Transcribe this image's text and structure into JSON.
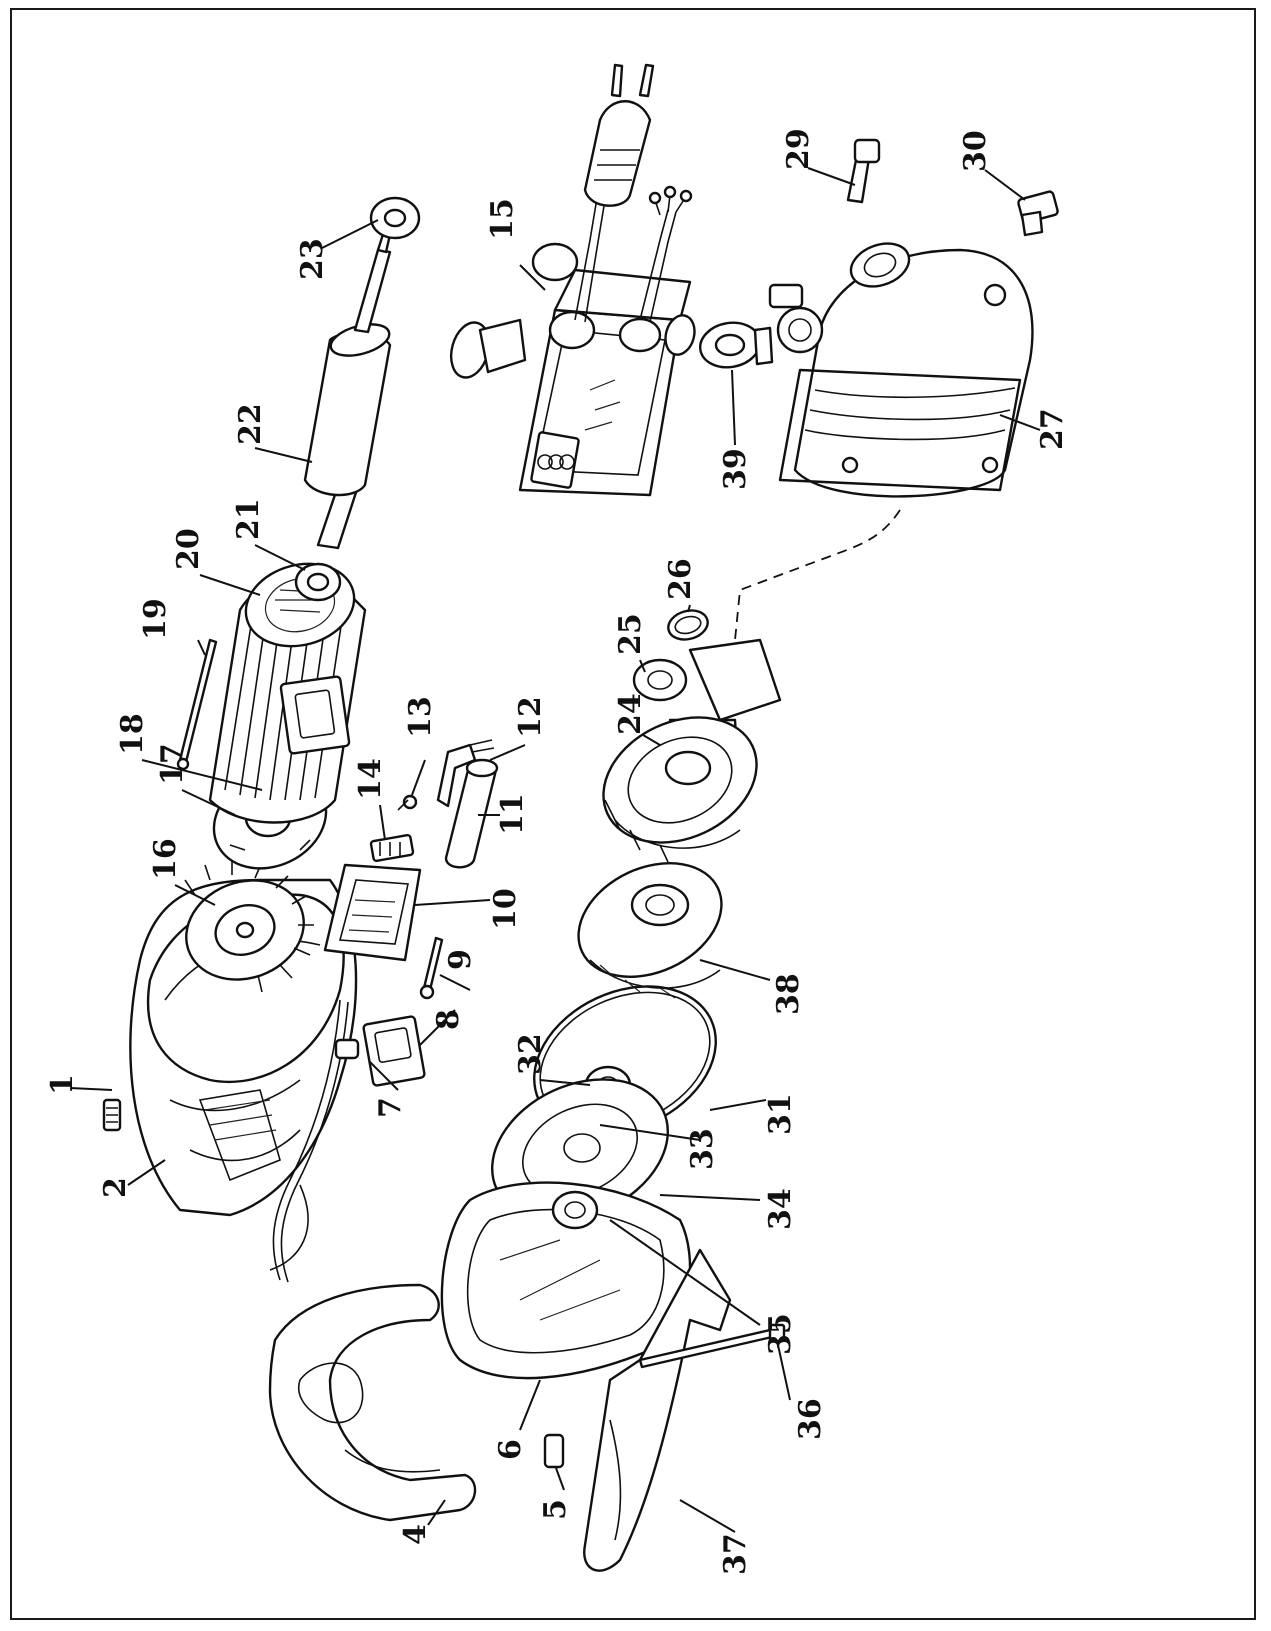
{
  "figure": {
    "type": "exploded-parts-diagram",
    "orientation": "rotated-90-ccw",
    "part_numbers": [
      "1",
      "2",
      "4",
      "5",
      "6",
      "7",
      "8",
      "9",
      "10",
      "11",
      "12",
      "13",
      "14",
      "15",
      "16",
      "17",
      "18",
      "19",
      "20",
      "21",
      "22",
      "23",
      "24",
      "25",
      "26",
      "27",
      "29",
      "30",
      "31",
      "32",
      "33",
      "34",
      "35",
      "36",
      "37",
      "38",
      "39"
    ]
  },
  "labels": {
    "p1": "1",
    "p2": "2",
    "p4": "4",
    "p5": "5",
    "p6": "6",
    "p7": "7",
    "p8": "8",
    "p9": "9",
    "p10": "10",
    "p11": "11",
    "p12": "12",
    "p13": "13",
    "p14": "14",
    "p15": "15",
    "p16": "16",
    "p17": "17",
    "p18": "18",
    "p19": "19",
    "p20": "20",
    "p21": "21",
    "p22": "22",
    "p23": "23",
    "p24": "24",
    "p25": "25",
    "p26": "26",
    "p27": "27",
    "p29": "29",
    "p30": "30",
    "p31": "31",
    "p32": "32",
    "p33": "33",
    "p34": "34",
    "p35": "35",
    "p36": "36",
    "p37": "37",
    "p38": "38",
    "p39": "39"
  }
}
